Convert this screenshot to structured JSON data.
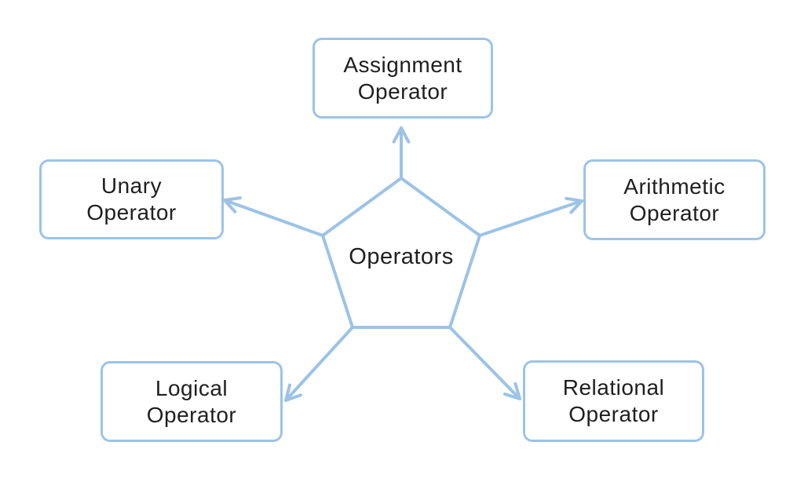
{
  "diagram": {
    "center": {
      "label": "Operators"
    },
    "nodes": [
      {
        "id": "assignment-operator",
        "line1": "Assignment",
        "line2": "Operator"
      },
      {
        "id": "unary-operator",
        "line1": "Unary",
        "line2": "Operator"
      },
      {
        "id": "arithmetic-operator",
        "line1": "Arithmetic",
        "line2": "Operator"
      },
      {
        "id": "logical-operator",
        "line1": "Logical",
        "line2": "Operator"
      },
      {
        "id": "relational-operator",
        "line1": "Relational",
        "line2": "Operator"
      }
    ],
    "colors": {
      "stroke": "#9cc3e6",
      "text": "#1f1f1f",
      "background": "#ffffff"
    }
  }
}
